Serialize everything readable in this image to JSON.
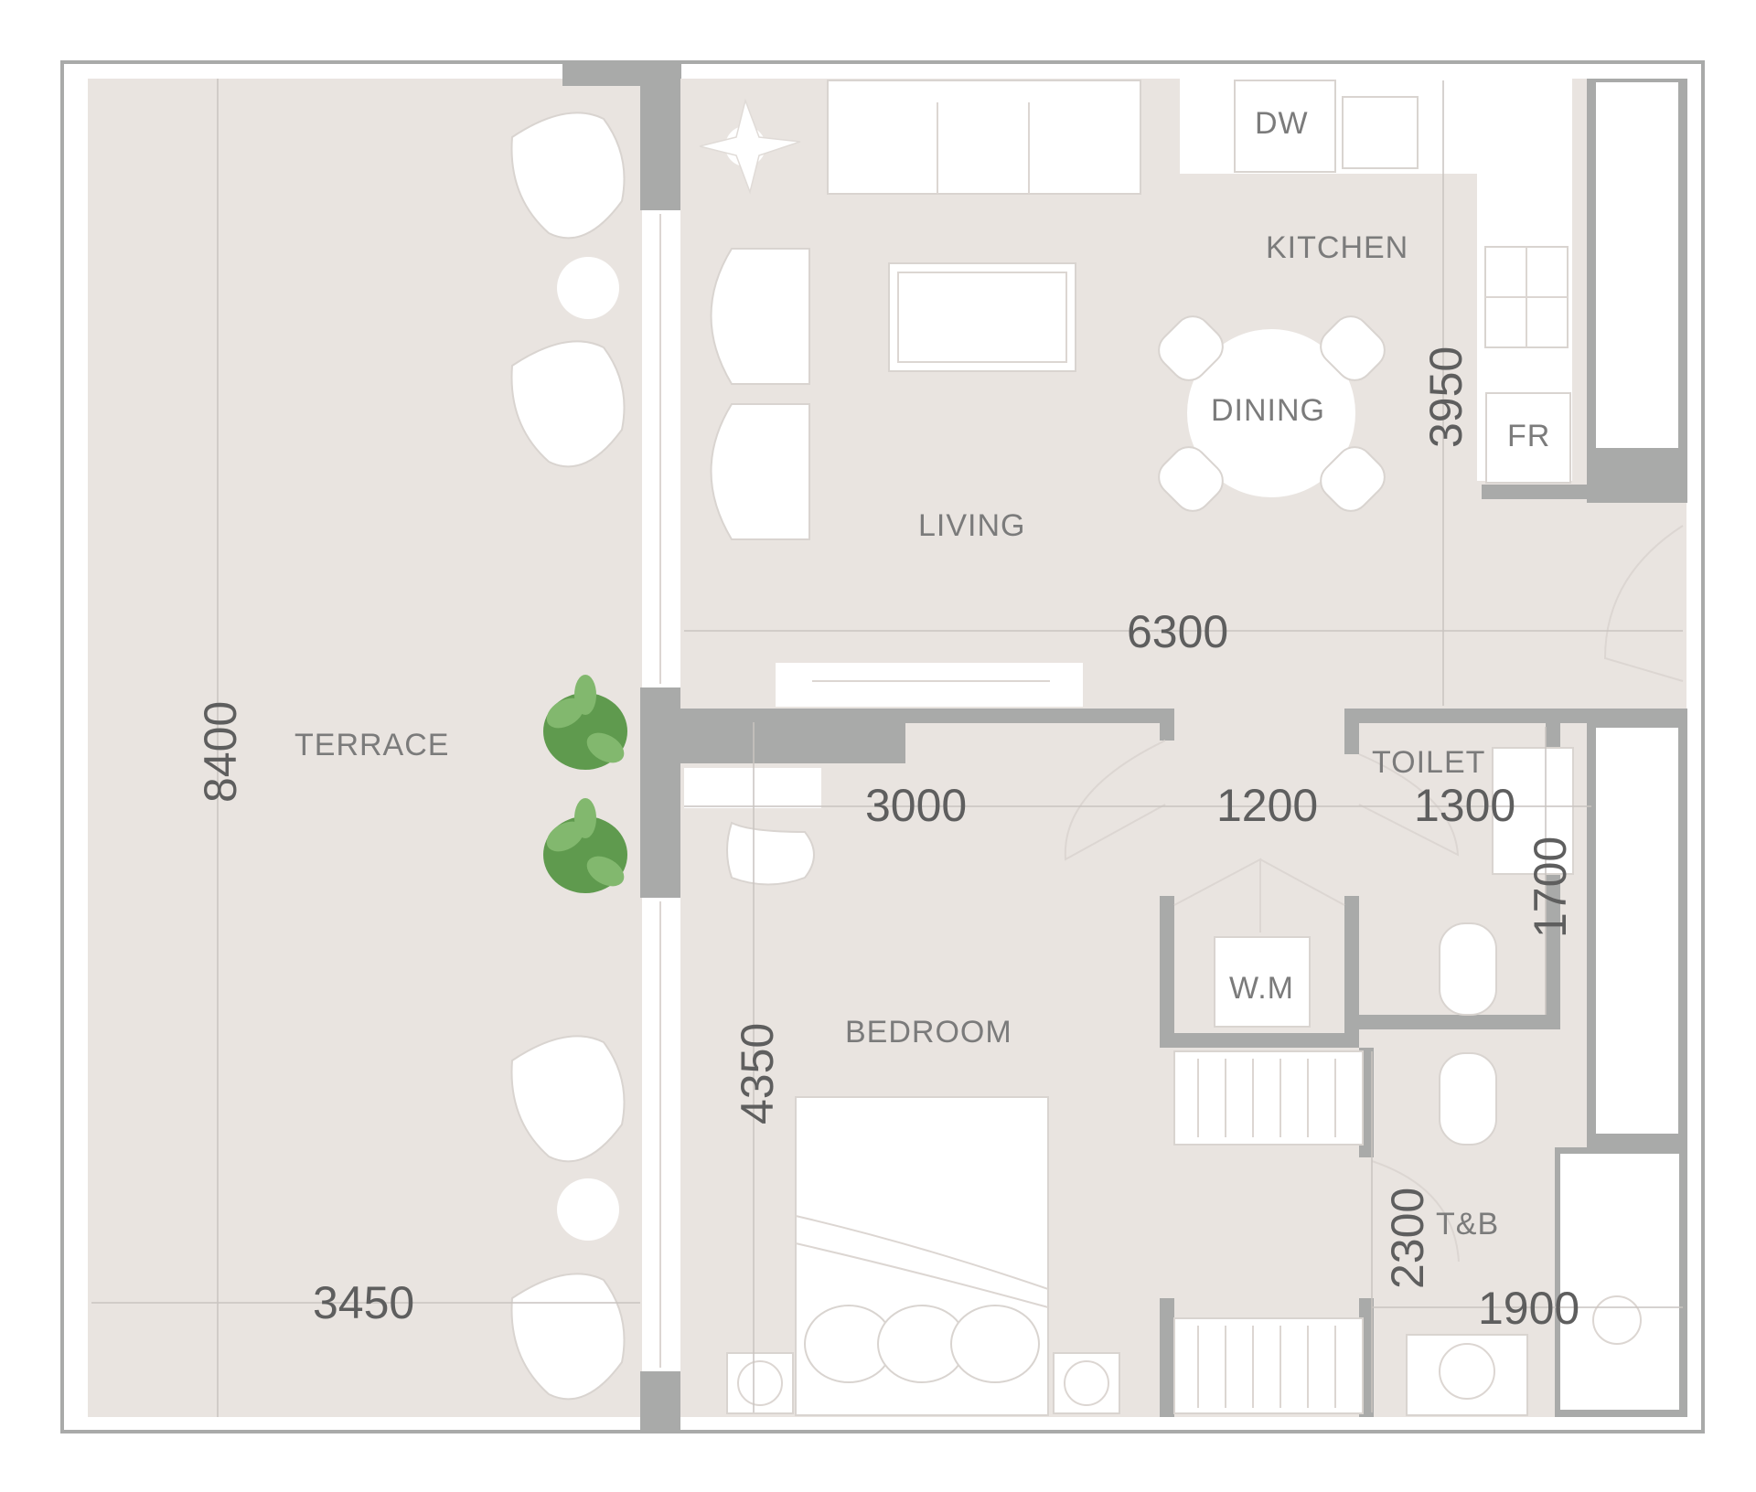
{
  "rooms": {
    "terrace": "TERRACE",
    "living": "LIVING",
    "kitchen": "KITCHEN",
    "dining": "DINING",
    "bedroom": "BEDROOM",
    "toilet": "TOILET",
    "tb": "T&B",
    "dw": "DW",
    "fr": "FR",
    "wm": "W.M"
  },
  "dimensions": {
    "terrace_height": "8400",
    "terrace_width": "3450",
    "living_width": "6300",
    "kitchen_height": "3950",
    "bedroom_width": "3000",
    "corridor_width": "1200",
    "toilet_width": "1300",
    "toilet_height": "1700",
    "bedroom_height": "4350",
    "tb_height": "2300",
    "tb_width": "1900"
  },
  "colors": {
    "wall": "#a9aaa9",
    "floor": "#e9e4e0",
    "plant": "#5f9a4e"
  }
}
